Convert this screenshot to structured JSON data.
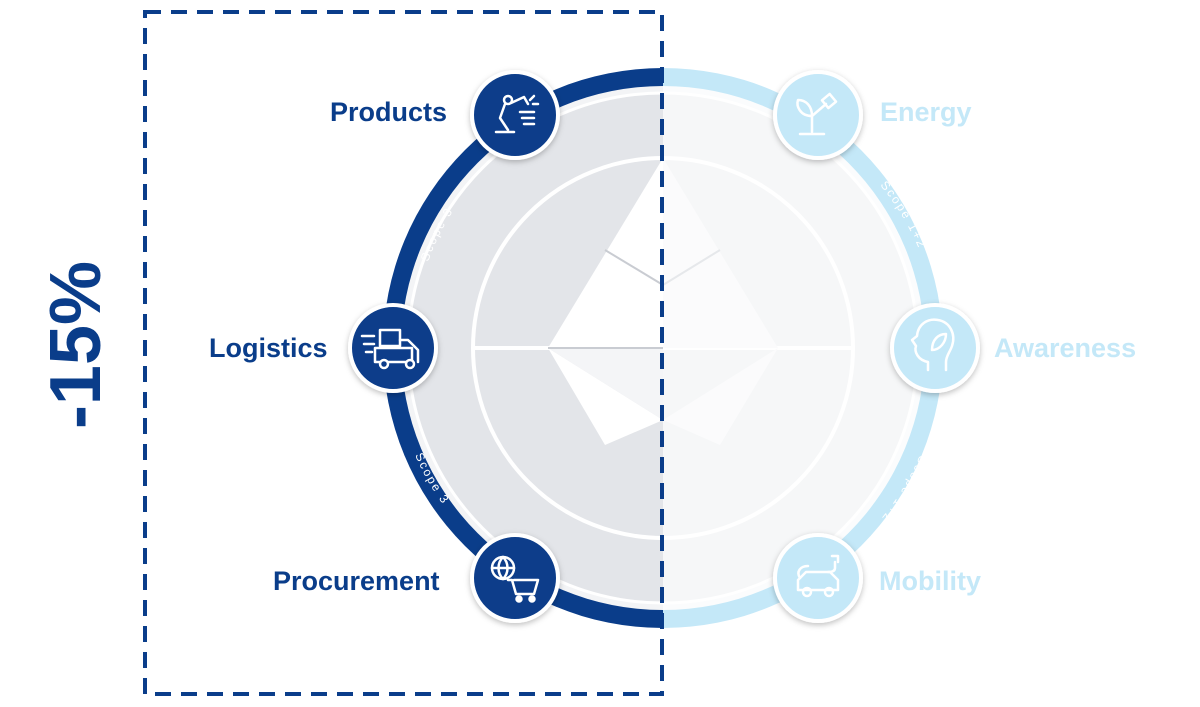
{
  "reduction": {
    "value": "-15%"
  },
  "left_half": {
    "color": "#0a3d8a",
    "scope_labels": [
      "Scope 3",
      "Scope 3"
    ],
    "items": [
      {
        "label": "Products",
        "icon": "robot-arm-icon"
      },
      {
        "label": "Logistics",
        "icon": "delivery-truck-icon"
      },
      {
        "label": "Procurement",
        "icon": "globe-cart-icon"
      }
    ]
  },
  "right_half": {
    "color": "#c4e8f8",
    "scope_labels": [
      "Scope 1+2",
      "Scope 1+2"
    ],
    "items": [
      {
        "label": "Energy",
        "icon": "plant-plug-icon"
      },
      {
        "label": "Awareness",
        "icon": "head-leaf-icon"
      },
      {
        "label": "Mobility",
        "icon": "electric-car-icon"
      }
    ]
  }
}
